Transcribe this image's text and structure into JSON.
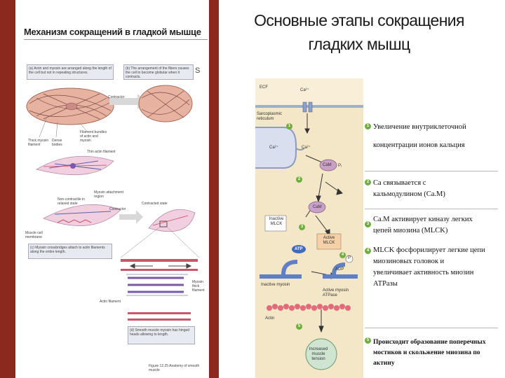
{
  "left_panel": {
    "title": "Механизм сокращений в гладкой мышце",
    "caption_a": "(a) Actin and myosin are arranged along the length of the cell but not in repeating structures.",
    "caption_b": "(b) The arrangement of the fibers causes the cell to become globular when it contracts.",
    "label_b_extra": "S",
    "contractor": "Contractor",
    "contractor2": "Contractor",
    "dense_bodies": "Dense bodies",
    "filament_bundles": "Filament bundles of actin and myosin",
    "thick_filament": "Thick myosin filament",
    "thin_filament": "Thin actin filament",
    "myosin_attached": "Myosin attachment region",
    "contracted_state": "Contracted state",
    "non_contractile": "Non-contractile in relaxed state",
    "muscle_cell": "Muscle cell membrane",
    "caption_c": "(c) Myosin crossbridges attach to actin filaments along the entire length.",
    "myosin_thick": "Myosin thick filament",
    "actin_filament": "Actin filament",
    "caption_d": "(d) Smooth muscle myosin has hinged heads allowing to length.",
    "figure_ref": "Figure 12.25 Anatomy of smooth muscle"
  },
  "right_panel": {
    "title_line1": "Основные этапы сокращения",
    "title_line2": "гладких мышц",
    "diagram": {
      "ecf": "ECF",
      "ca_top": "Ca²⁺",
      "sr": "Sarcoplasmic reticulum",
      "ca_sr": "Ca²⁺",
      "ca_cyto": "Ca²⁺",
      "cam": "CaM",
      "pi": "Pᵢ",
      "ca_cam": "CaM",
      "inactive_mlck": "Inactive MLCK",
      "active_mlck": "Active MLCK",
      "atp": "ATP",
      "adp": "ADP",
      "p": "P",
      "inactive_myosin": "Inactive myosin",
      "active_myosin": "Active myosin ATPase",
      "actin": "Actin",
      "tension": "Increased muscle tension",
      "nums": [
        "1",
        "2",
        "3",
        "4",
        "5"
      ]
    },
    "steps": [
      {
        "lines": [
          "Увеличение внутриклеточной",
          "концентрации ионов кальция"
        ],
        "bold": false
      },
      {
        "lines": [
          "Са связывается с",
          "кальмодулином (Са.М)"
        ],
        "bold": false
      },
      {
        "lines": [
          "Са.М активирует киназу легких",
          "цепей миозина (MLCK)"
        ],
        "bold": false
      },
      {
        "lines": [
          "MLCK фосфорилирует легкие цепи",
          "миозиновых головок и",
          "увеличивает активность миозин",
          "АТРазы"
        ],
        "bold": false
      },
      {
        "lines": [
          "Происходит образование поперечных",
          "мостиков и скольжение миозина по",
          "актину"
        ],
        "bold": true
      }
    ]
  },
  "colors": {
    "border": "#8b2a1c",
    "diagram_bg": "#f4e7c7",
    "step_circle": "#6fae3d",
    "cam_fill": "#c9a0c8",
    "atp_fill": "#3f6bbf"
  }
}
